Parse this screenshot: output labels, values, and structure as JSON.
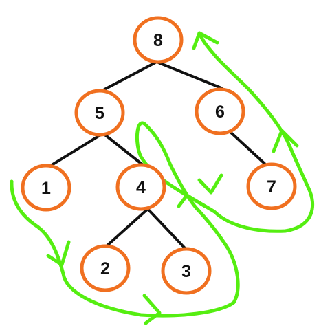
{
  "diagram": {
    "node_color": "#f07020",
    "edge_color": "#111111",
    "traversal_color": "#55ee11",
    "nodes": [
      {
        "id": "n8",
        "label": "8"
      },
      {
        "id": "n5",
        "label": "5"
      },
      {
        "id": "n6",
        "label": "6"
      },
      {
        "id": "n1",
        "label": "1"
      },
      {
        "id": "n4",
        "label": "4"
      },
      {
        "id": "n7",
        "label": "7"
      },
      {
        "id": "n2",
        "label": "2"
      },
      {
        "id": "n3",
        "label": "3"
      }
    ],
    "edges": [
      [
        "n8",
        "n5"
      ],
      [
        "n8",
        "n6"
      ],
      [
        "n5",
        "n1"
      ],
      [
        "n5",
        "n4"
      ],
      [
        "n6",
        "n7"
      ],
      [
        "n4",
        "n2"
      ],
      [
        "n4",
        "n3"
      ]
    ]
  }
}
